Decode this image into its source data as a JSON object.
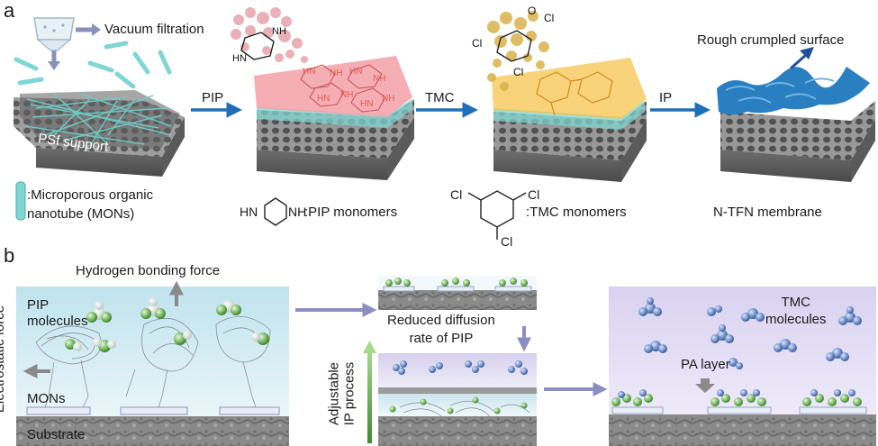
{
  "panel_a": {
    "letter": "a",
    "vacuum_label": "Vacuum filtration",
    "psf_label": "PSf support",
    "step_pip": "PIP",
    "step_tmc": "TMC",
    "step_ip": "IP",
    "rough_label": "Rough crumpled surface",
    "legend_mons": ":Microporous organic\nnanotube (MONs)",
    "legend_pip": ":PIP monomers",
    "legend_tmc": ":TMC monomers",
    "legend_membrane": "N-TFN membrane",
    "nh_label": "NH",
    "hn_label": "HN",
    "cl_label": "Cl"
  },
  "panel_b": {
    "letter": "b",
    "hydrogen_label": "Hydrogen bonding force",
    "pip_molecules_label": "PIP\nmolecules",
    "electrostatic_label": "Electrostatic force",
    "mons_label": "MONs",
    "substrate_label": "Substrate",
    "reduced_label": "Reduced diffusion\nrate of PIP",
    "adjustable_label": "Adjustable\nIP process",
    "tmc_molecules_label": "TMC\nmolecules",
    "pa_layer_label": "PA layer"
  },
  "colors": {
    "arrow_blue": "#1f6fb8",
    "nanotube": "#7fd6d2",
    "pip_pink": "#f4a0a8",
    "tmc_orange": "#f5c040",
    "membrane_blue": "#2a7fc0",
    "pip_green": "#5aa84a",
    "tmc_blue": "#5a7fc0",
    "support_gray": "#8a8a8a"
  }
}
